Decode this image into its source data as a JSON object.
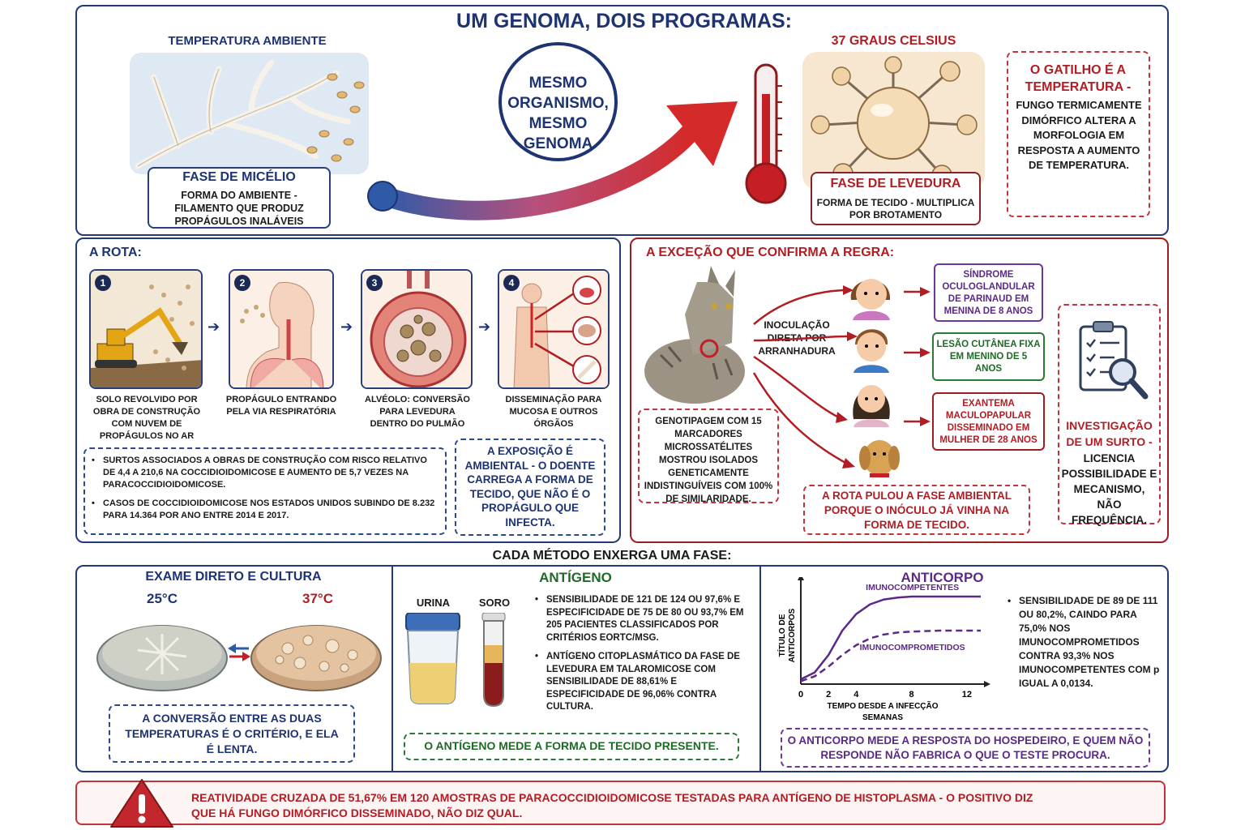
{
  "title": "UM GENOMA, DOIS PROGRAMAS:",
  "top": {
    "ambient_label": "TEMPERATURA AMBIENTE",
    "mycelium_title": "FASE DE MICÉLIO",
    "mycelium_desc": "FORMA DO AMBIENTE - FILAMENTO QUE PRODUZ PROPÁGULOS INALÁVEIS",
    "center_circle": "MESMO ORGANISMO, MESMO GENOMA",
    "hot_label": "37 GRAUS CELSIUS",
    "yeast_title": "FASE DE LEVEDURA",
    "yeast_desc": "FORMA DE TECIDO - MULTIPLICA POR BROTAMENTO",
    "trigger_title": "O GATILHO É A TEMPERATURA -",
    "trigger_desc": "FUNGO TERMICAMENTE DIMÓRFICO ALTERA A MORFOLOGIA EM RESPOSTA A AUMENTO DE TEMPERATURA."
  },
  "route": {
    "title": "A ROTA:",
    "steps": [
      {
        "n": "1",
        "caption": "SOLO REVOLVIDO POR OBRA DE CONSTRUÇÃO COM NUVEM DE PROPÁGULOS NO AR"
      },
      {
        "n": "2",
        "caption": "PROPÁGULO ENTRANDO PELA VIA RESPIRATÓRIA"
      },
      {
        "n": "3",
        "caption": "ALVÉOLO: CONVERSÃO PARA LEVEDURA DENTRO DO PULMÃO"
      },
      {
        "n": "4",
        "caption": "DISSEMINAÇÃO PARA MUCOSA E OUTROS ÓRGÃOS"
      }
    ],
    "bullets": [
      "SURTOS ASSOCIADOS A OBRAS DE CONSTRUÇÃO COM RISCO RELATIVO DE 4,4 A 210,6 NA COCCIDIOIDOMICOSE E AUMENTO DE 5,7 VEZES NA PARACOCCIDIOIDOMICOSE.",
      "CASOS DE COCCIDIOIDOMICOSE NOS ESTADOS UNIDOS SUBINDO DE 8.232 PARA 14.364 POR ANO ENTRE 2014 E 2017."
    ],
    "callout": "A EXPOSIÇÃO É AMBIENTAL - O DOENTE CARREGA A FORMA DE TECIDO, QUE NÃO É O PROPÁGULO QUE INFECTA."
  },
  "exception": {
    "title": "A EXCEÇÃO QUE CONFIRMA A REGRA:",
    "inoculation": "INOCULAÇÃO DIRETA POR ARRANHADURA",
    "cases": [
      "SÍNDROME OCULOGLANDULAR DE PARINAUD EM MENINA DE 8 ANOS",
      "LESÃO CUTÂNEA FIXA EM MENINO DE 5 ANOS",
      "EXANTEMA MACULOPAPULAR DISSEMINADO EM MULHER DE 28 ANOS"
    ],
    "genotyping": "GENOTIPAGEM COM 15 MARCADORES MICROSSATÉLITES MOSTROU ISOLADOS GENETICAMENTE INDISTINGUÍVEIS COM 100% DE SIMILARIDADE.",
    "conclusion": "A ROTA PULOU A FASE AMBIENTAL PORQUE O INÓCULO JÁ VINHA NA FORMA DE TECIDO.",
    "outbreak_title": "INVESTIGAÇÃO DE UM SURTO -",
    "outbreak_desc": "LICENCIA POSSIBILIDADE E MECANISMO, NÃO FREQUÊNCIA."
  },
  "methods": {
    "title": "CADA MÉTODO ENXERGA UMA FASE:",
    "culture": {
      "title": "EXAME DIRETO E CULTURA",
      "t25": "25°C",
      "t37": "37°C",
      "note": "A CONVERSÃO ENTRE AS DUAS TEMPERATURAS É O CRITÉRIO, E ELA É LENTA."
    },
    "antigen": {
      "title": "ANTÍGENO",
      "urine": "URINA",
      "serum": "SORO",
      "bullets": [
        "SENSIBILIDADE DE 121 DE 124 OU 97,6% E ESPECIFICIDADE DE 75 DE 80 OU 93,7% EM 205 PACIENTES CLASSIFICADOS POR CRITÉRIOS EORTC/MSG.",
        "ANTÍGENO CITOPLASMÁTICO DA FASE DE LEVEDURA EM TALAROMICOSE COM SENSIBILIDADE DE 88,61% E ESPECIFICIDADE DE 96,06% CONTRA CULTURA."
      ],
      "note": "O ANTÍGENO MEDE A FORMA DE TECIDO PRESENTE."
    },
    "antibody": {
      "title": "ANTICORPO",
      "bullet": "SENSIBILIDADE DE 89 DE 111 OU 80,2%, CAINDO PARA 75,0% NOS IMUNOCOMPROMETIDOS CONTRA 93,3% NOS IMUNOCOMPETENTES COM p IGUAL A 0,0134.",
      "note": "O ANTICORPO MEDE A RESPOSTA DO HOSPEDEIRO, E QUEM NÃO RESPONDE NÃO FABRICA O QUE O TESTE PROCURA."
    }
  },
  "chart_data": {
    "type": "line",
    "xlabel": "TEMPO DESDE A INFECÇÃO SEMANAS",
    "ylabel": "TÍTULO DE ANTICORPOS",
    "x_ticks": [
      0,
      2,
      4,
      8,
      12
    ],
    "xlim": [
      0,
      13
    ],
    "ylim": [
      0,
      1
    ],
    "series": [
      {
        "name": "IMUNOCOMPETENTES",
        "style": "solid",
        "x": [
          0,
          1,
          2,
          3,
          4,
          5,
          6,
          7,
          8,
          10,
          12,
          13
        ],
        "values": [
          0.05,
          0.12,
          0.3,
          0.55,
          0.72,
          0.82,
          0.87,
          0.89,
          0.9,
          0.9,
          0.9,
          0.9
        ]
      },
      {
        "name": "IMUNOCOMPROMETIDOS",
        "style": "dashed",
        "x": [
          0,
          1,
          2,
          3,
          4,
          5,
          6,
          7,
          8,
          10,
          12,
          13
        ],
        "values": [
          0.03,
          0.08,
          0.18,
          0.3,
          0.4,
          0.47,
          0.51,
          0.53,
          0.54,
          0.55,
          0.55,
          0.55
        ]
      }
    ]
  },
  "warning": "REATIVIDADE CRUZADA DE 51,67% EM 120 AMOSTRAS DE PARACOCCIDIOIDOMICOSE TESTADAS PARA ANTÍGENO DE HISTOPLASMA - O POSITIVO DIZ QUE HÁ FUNGO DIMÓRFICO DISSEMINADO, NÃO DIZ QUAL.",
  "colors": {
    "navy": "#1d3372",
    "red": "#b01e24",
    "green": "#1f6a26",
    "purple": "#5b2a86"
  }
}
